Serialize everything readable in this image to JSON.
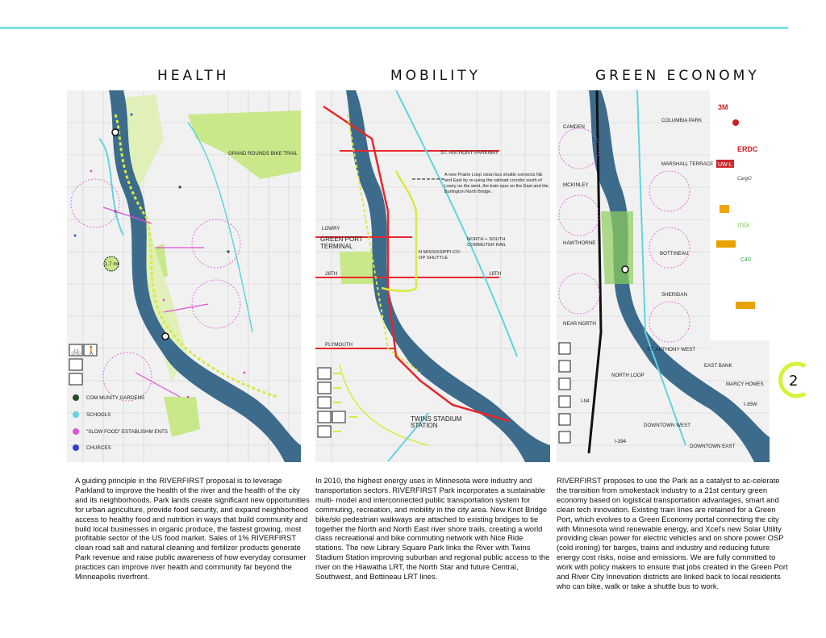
{
  "sections": [
    {
      "title": "HEALTH",
      "labels": [
        "GRAND ROUNDS BIKE TRAIL",
        "1.7 mi"
      ],
      "legend": [
        "COM MUNITY GARDENS",
        "SCHOOLS",
        "\"SLOW FOOD\" ESTABLISHM ENTS",
        "CHURCES"
      ],
      "paragraph": "A guiding principle in the RIVERFIRST proposal is to leverage Parkland to improve the health of the river and the health of the city and its neighborhoods.  Park lands create significant new opportunities for urban agriculture, provide food security, and expand neighborhood access to healthy food and nutrition in ways that build community and build local businesses in organic produce, the fastest growing, most profitable sector of the US food market.  Sales of 1% RIVERFIRST clean road salt and natural cleaning and fertilizer products generate Park revenue and raise public awareness of how everyday consumer practices can improve river health and community far beyond the Minneapolis riverfront."
    },
    {
      "title": "MOBILITY",
      "labels": [
        "ST. ANTHONY PARKWAY",
        "A new Prairie Loop clean bus shuttle connects NE and East by re-using the railroad corridor south of Lowry on the west, the train spur on the East and the Burlington North Bridge.",
        "LOWRY",
        "GREEN PORT TERMINAL",
        "NORTH + SOUTH COMMUTER RAIL",
        "N MISSISSIPPI CO-OP SHUTTLE",
        "26TH",
        "18TH",
        "PLYMOUTH",
        "TWINS STADIUM STATION"
      ],
      "paragraph": "In 2010, the highest energy uses in Minnesota were industry and transportation sectors.  RIVERFIRST Park incorporates a sustainable multi- model and interconnected public transportation system for commuting, recreation, and mobility in the city area.  New Knot Bridge bike/ski pedestrian walkways are attached to existing bridges to tie together the North and North East river shore trails, creating a world class recreational and bike commuting network with Nice Ride stations. The new Library Square Park links the River with Twins Stadium Station improving suburban and regional public access to the river on the Hiawatha LRT, the North Star and future Central, Southwest, and Bottineau LRT lines."
    },
    {
      "title": "GREEN ECONOMY",
      "labels": [
        "COLUMBIA PARK",
        "CAMDEN",
        "MARSHALL TERRACE",
        "MCKINLEY",
        "HAWTHORNE",
        "BOTTINEAU",
        "SHERIDAN",
        "NEAR NORTH",
        "ST. ANTHONY WEST",
        "NORTH LOOP",
        "EAST BANK",
        "MARCY HOMES",
        "I-94",
        "I-35W",
        "I-394",
        "DOWNTOWN WEST",
        "DOWNTOWN EAST"
      ],
      "logos": [
        "3M",
        "ERDC",
        "UW-L",
        "CargO",
        "mix",
        "C40"
      ],
      "paragraph": "RIVERFIRST proposes to use the Park as a catalyst to ac-celerate the transition from smokestack industry to a 21st century green economy based on logistical transportation advantages, smart and clean tech innovation.  Existing train lines are retained for a Green Port, which evolves to a Green Economy portal connecting the city with Minnesota wind renewable energy, and Xcel's new Solar Utility providing clean power for electric vehicles and on shore power OSP (cold ironing) for barges, trains and industry and reducing future energy cost risks, noise and emissions.  We are fully committed to work with policy makers to ensure that jobs created in the Green Port and River City Innovation districts are linked back to local residents who can bike, walk or take a shuttle bus to work."
    }
  ],
  "page_number": "2",
  "colors": {
    "accent": "#7fe3e6",
    "river": "#3d6b8c",
    "park": "#c9e88a",
    "green": "#8ccf5a",
    "red": "#e8262a",
    "magenta": "#e04fd8",
    "cyan": "#5fd4e0",
    "badge": "#d7f23a"
  }
}
